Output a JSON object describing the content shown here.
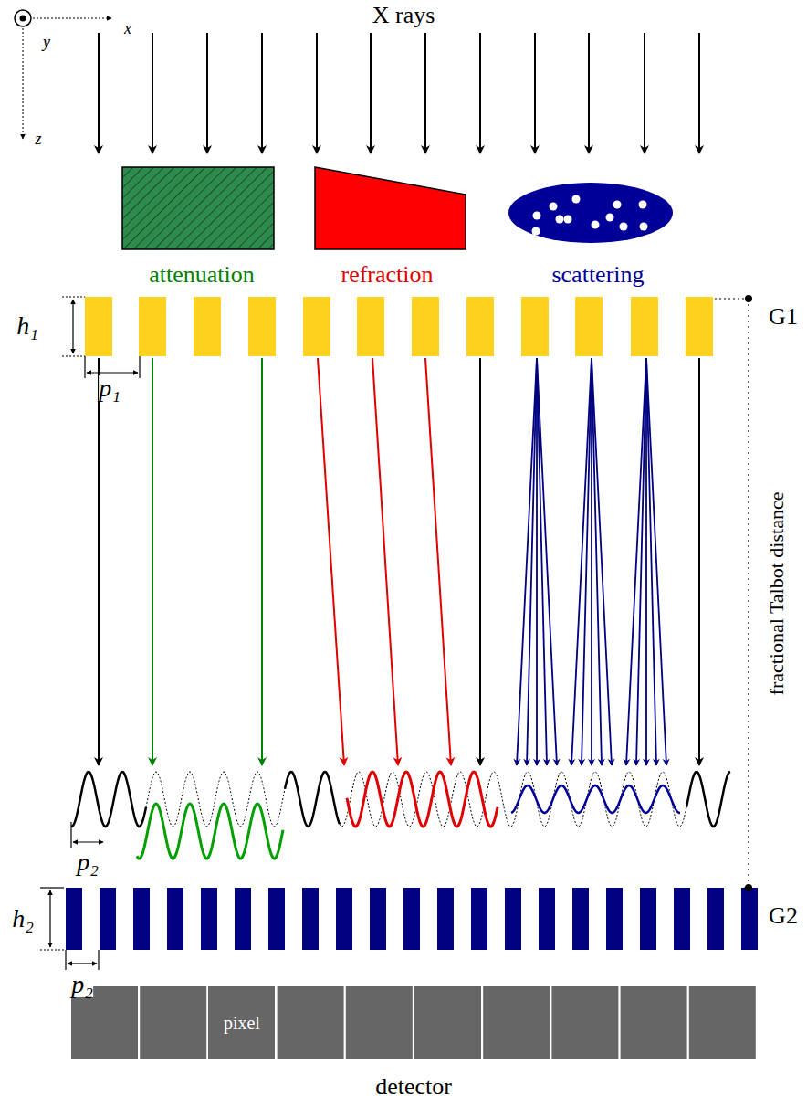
{
  "diagram": {
    "nodes": [
      {
        "text": [
          "pixel"
        ]
      }
    ],
    "labels": [
      "x",
      "y",
      "z",
      "X rays",
      "attenuation",
      "refraction",
      "scattering",
      "h₁",
      "p₁",
      "G1",
      "fractional Talbot distance",
      "p₂",
      "h₂",
      "p₂",
      "G2",
      "detector"
    ]
  }
}
